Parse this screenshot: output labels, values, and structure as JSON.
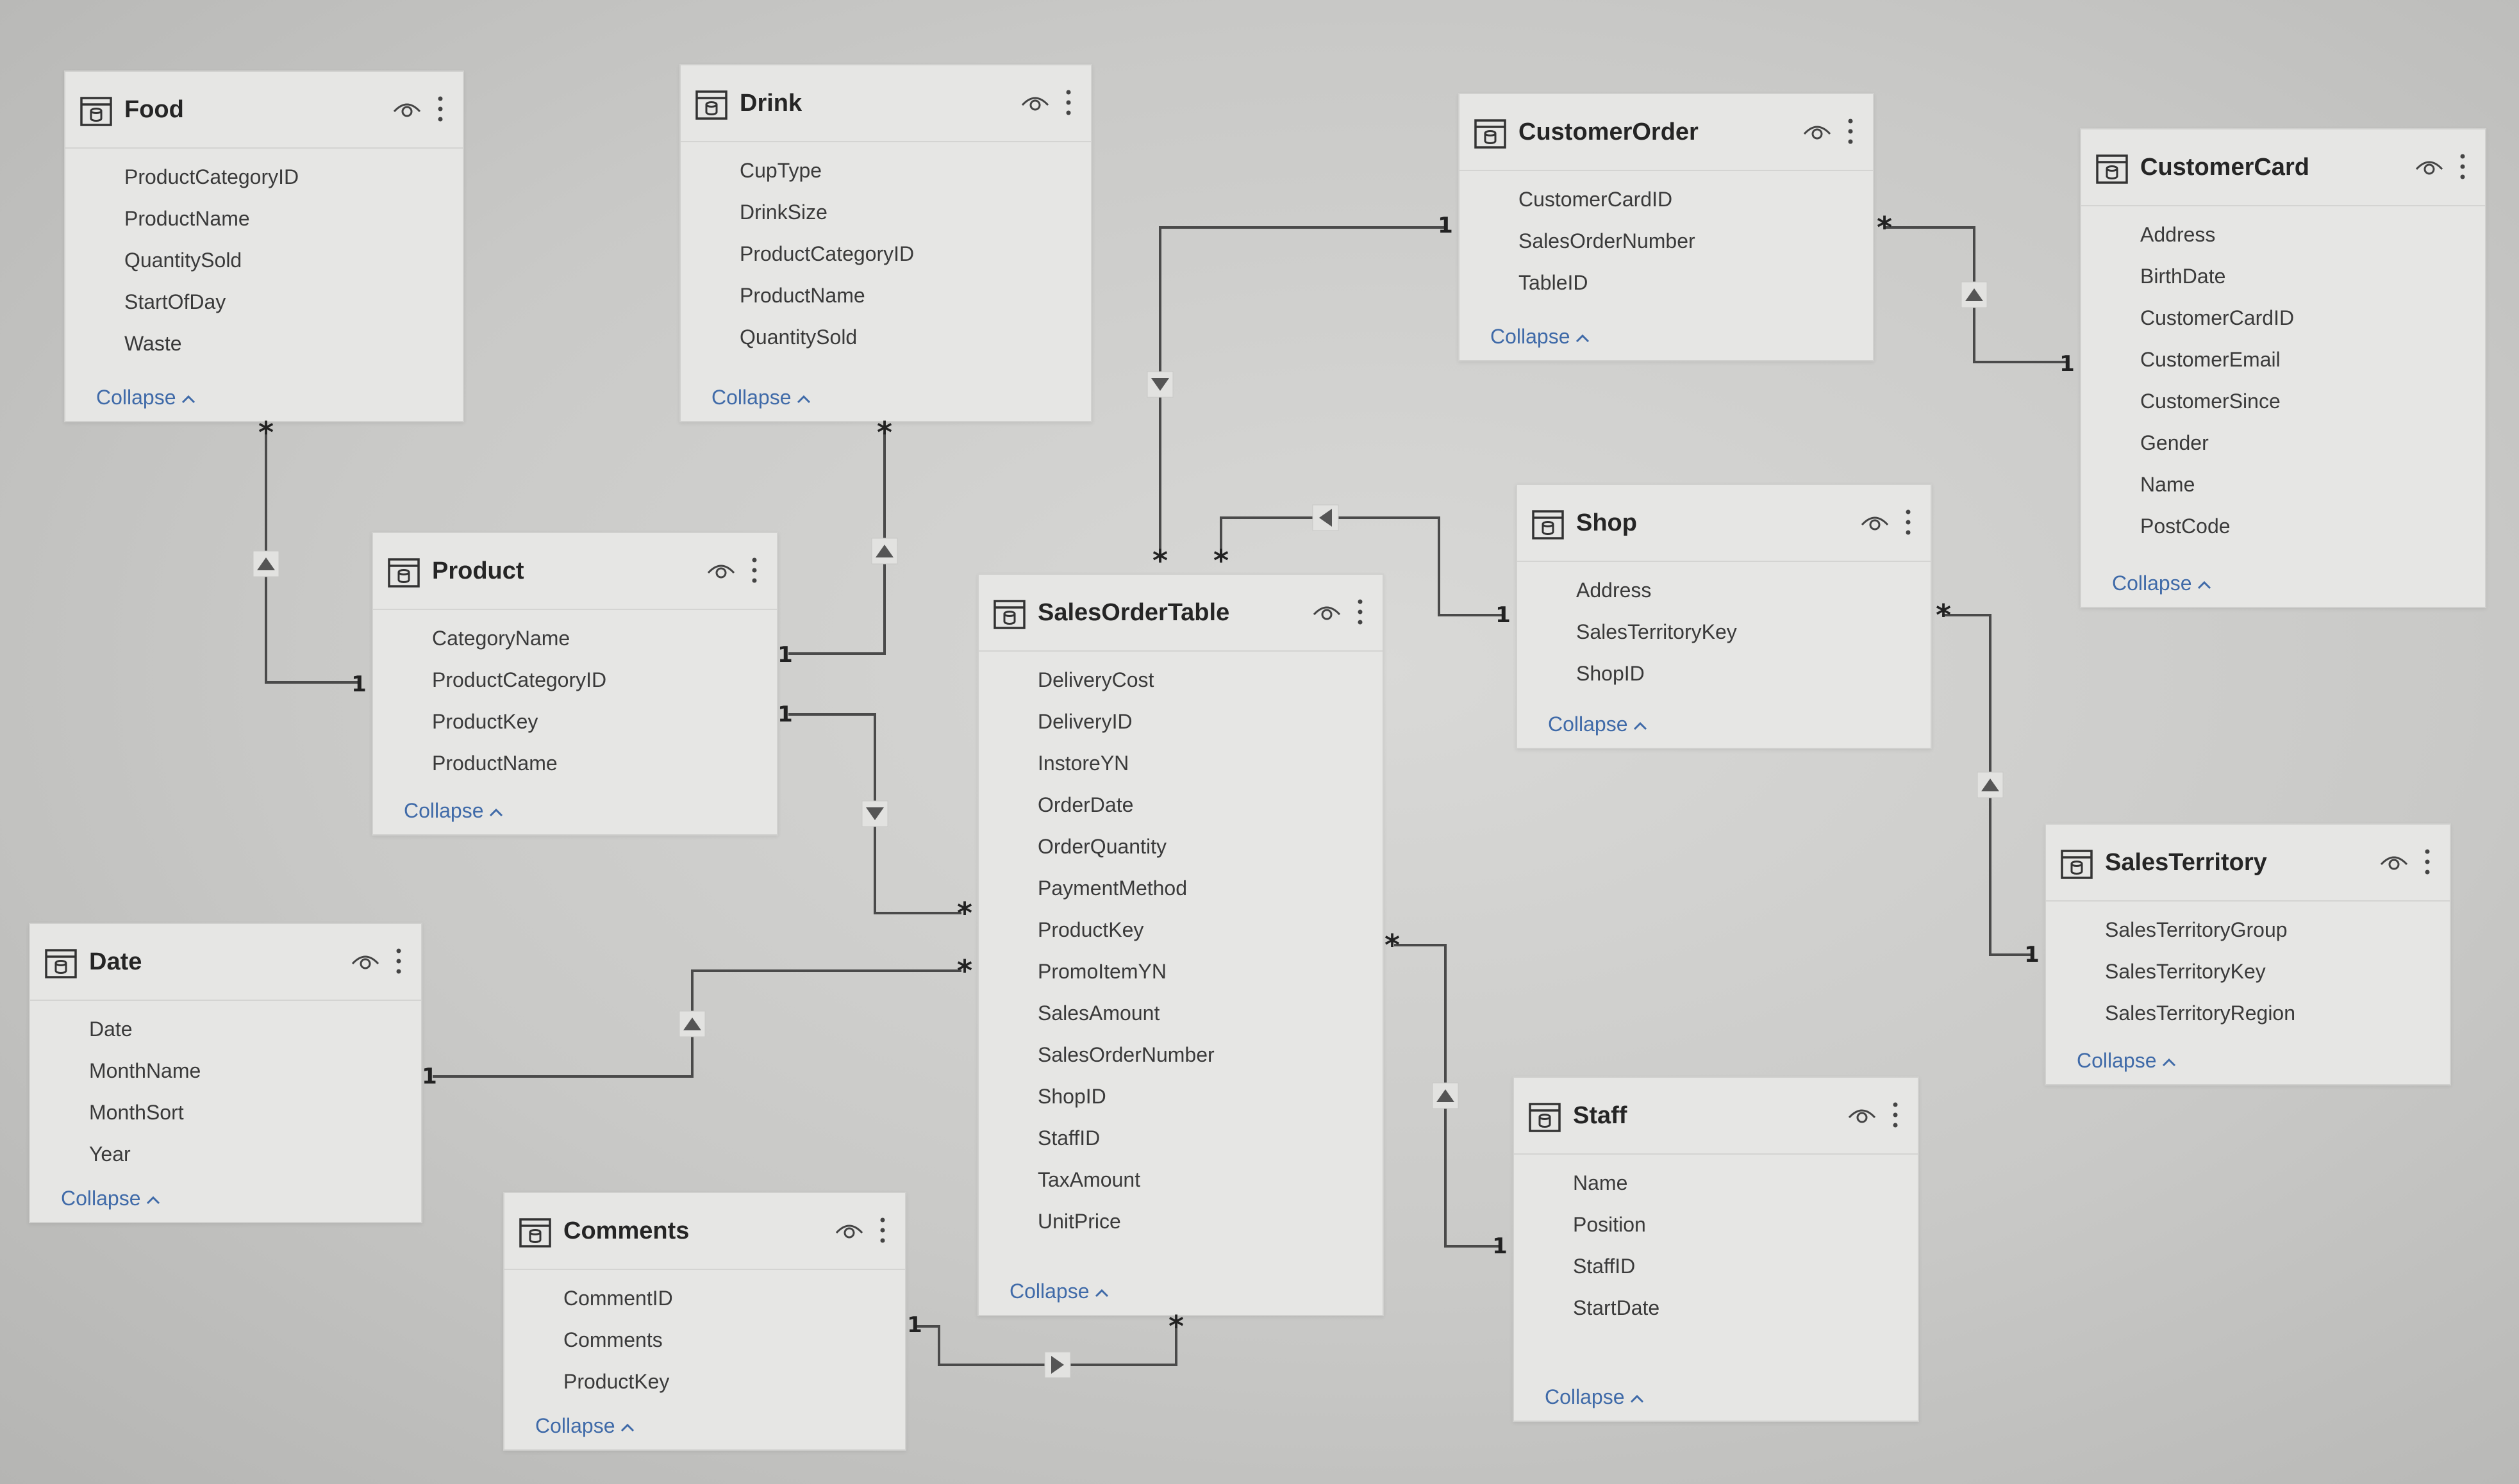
{
  "tables": [
    {
      "name": "Food",
      "fields": [
        "ProductCategoryID",
        "ProductName",
        "QuantitySold",
        "StartOfDay",
        "Waste"
      ],
      "collapse_label": "Collapse"
    },
    {
      "name": "Drink",
      "fields": [
        "CupType",
        "DrinkSize",
        "ProductCategoryID",
        "ProductName",
        "QuantitySold"
      ],
      "collapse_label": "Collapse"
    },
    {
      "name": "CustomerOrder",
      "fields": [
        "CustomerCardID",
        "SalesOrderNumber",
        "TableID"
      ],
      "collapse_label": "Collapse"
    },
    {
      "name": "CustomerCard",
      "fields": [
        "Address",
        "BirthDate",
        "CustomerCardID",
        "CustomerEmail",
        "CustomerSince",
        "Gender",
        "Name",
        "PostCode"
      ],
      "collapse_label": "Collapse"
    },
    {
      "name": "Product",
      "fields": [
        "CategoryName",
        "ProductCategoryID",
        "ProductKey",
        "ProductName"
      ],
      "collapse_label": "Collapse"
    },
    {
      "name": "SalesOrderTable",
      "fields": [
        "DeliveryCost",
        "DeliveryID",
        "InstoreYN",
        "OrderDate",
        "OrderQuantity",
        "PaymentMethod",
        "ProductKey",
        "PromoItemYN",
        "SalesAmount",
        "SalesOrderNumber",
        "ShopID",
        "StaffID",
        "TaxAmount",
        "UnitPrice"
      ],
      "collapse_label": "Collapse"
    },
    {
      "name": "Shop",
      "fields": [
        "Address",
        "SalesTerritoryKey",
        "ShopID"
      ],
      "collapse_label": "Collapse"
    },
    {
      "name": "SalesTerritory",
      "fields": [
        "SalesTerritoryGroup",
        "SalesTerritoryKey",
        "SalesTerritoryRegion"
      ],
      "collapse_label": "Collapse"
    },
    {
      "name": "Date",
      "fields": [
        "Date",
        "MonthName",
        "MonthSort",
        "Year"
      ],
      "collapse_label": "Collapse"
    },
    {
      "name": "Comments",
      "fields": [
        "CommentID",
        "Comments",
        "ProductKey"
      ],
      "collapse_label": "Collapse"
    },
    {
      "name": "Staff",
      "fields": [
        "Name",
        "Position",
        "StaffID",
        "StartDate"
      ],
      "collapse_label": "Collapse"
    }
  ],
  "relationships": [
    {
      "from": "Food",
      "from_cardinality": "*",
      "to": "Product",
      "to_cardinality": "1"
    },
    {
      "from": "Drink",
      "from_cardinality": "*",
      "to": "Product",
      "to_cardinality": "1"
    },
    {
      "from": "SalesOrderTable",
      "from_cardinality": "*",
      "to": "Product",
      "to_cardinality": "1"
    },
    {
      "from": "SalesOrderTable",
      "from_cardinality": "*",
      "to": "CustomerOrder",
      "to_cardinality": "1"
    },
    {
      "from": "CustomerOrder",
      "from_cardinality": "*",
      "to": "CustomerCard",
      "to_cardinality": "1"
    },
    {
      "from": "SalesOrderTable",
      "from_cardinality": "*",
      "to": "Shop",
      "to_cardinality": "1"
    },
    {
      "from": "Shop",
      "from_cardinality": "*",
      "to": "SalesTerritory",
      "to_cardinality": "1"
    },
    {
      "from": "SalesOrderTable",
      "from_cardinality": "*",
      "to": "Date",
      "to_cardinality": "1"
    },
    {
      "from": "SalesOrderTable",
      "from_cardinality": "*",
      "to": "Comments",
      "to_cardinality": "1"
    },
    {
      "from": "SalesOrderTable",
      "from_cardinality": "*",
      "to": "Staff",
      "to_cardinality": "1"
    }
  ]
}
